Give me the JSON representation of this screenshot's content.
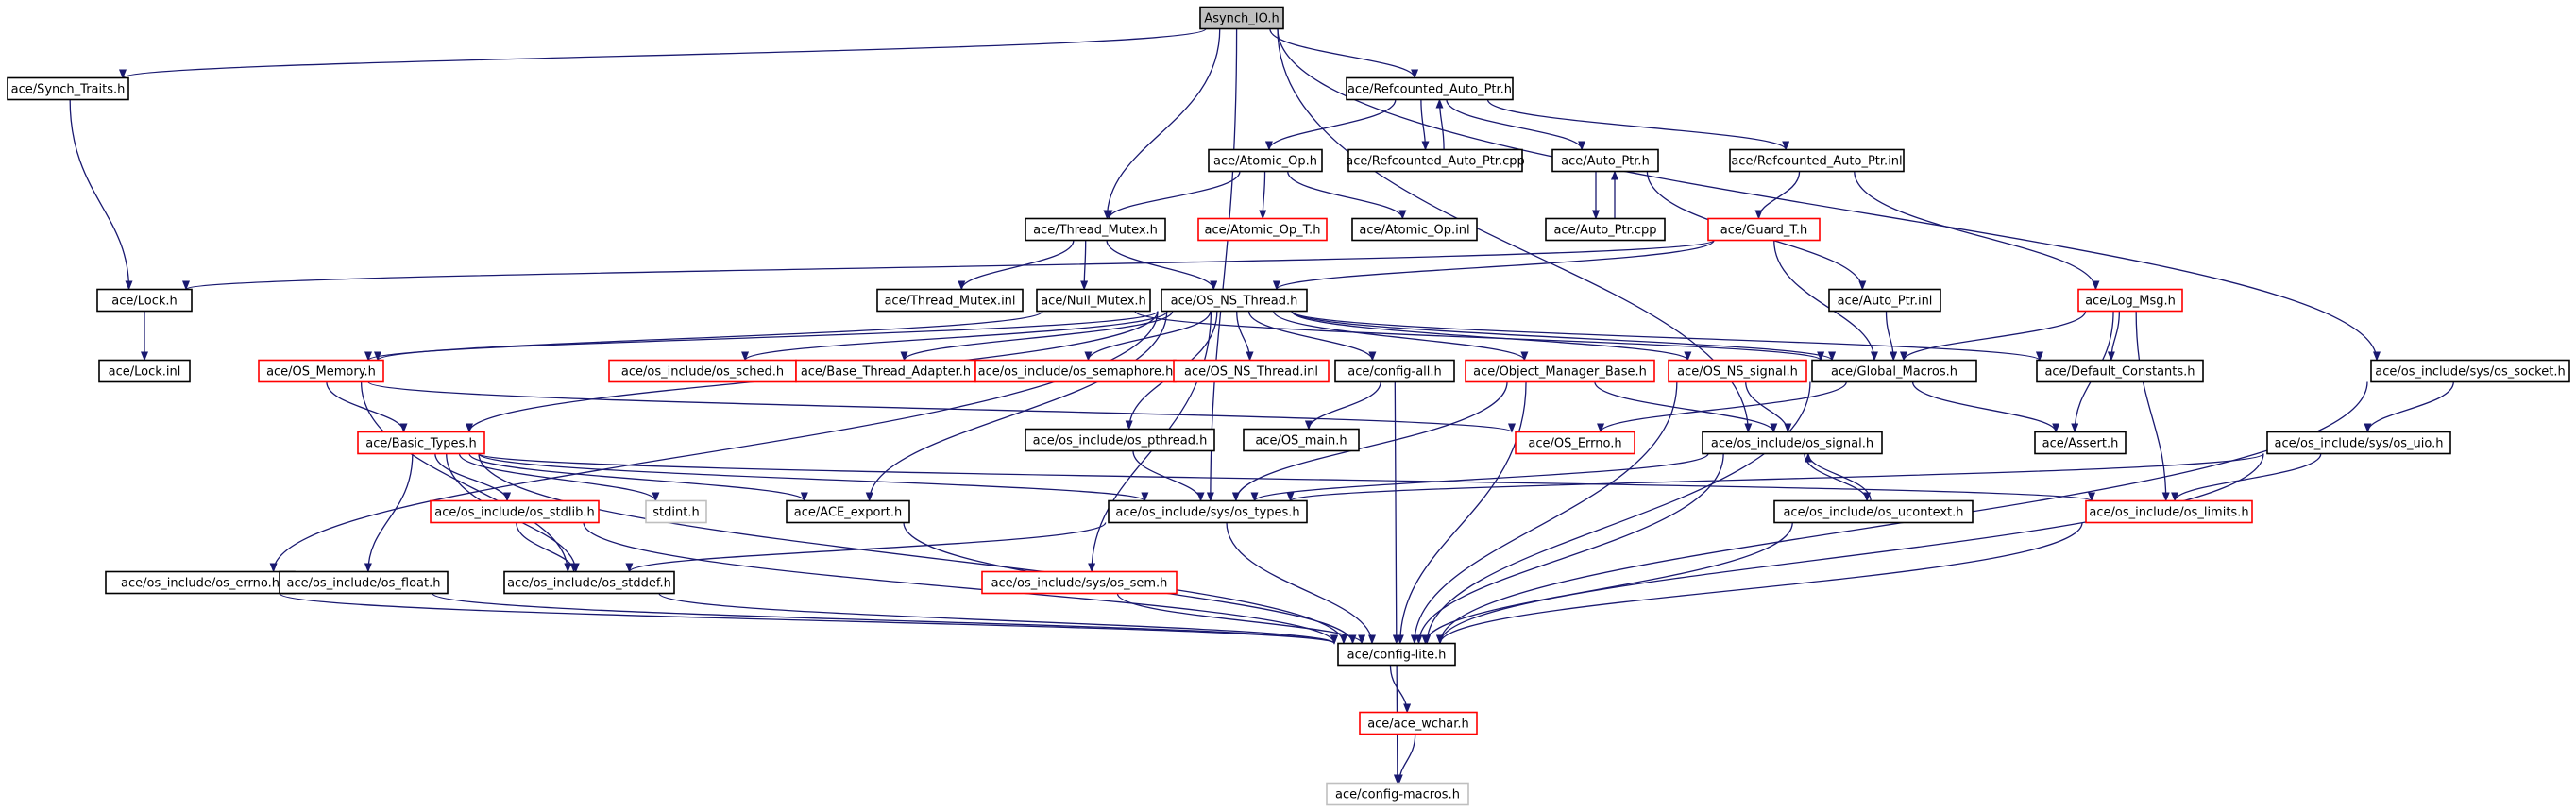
{
  "colors": {
    "edge": "#191970",
    "border_normal": "#000000",
    "border_undocumented": "#ff0000",
    "border_external": "#bfbfbf",
    "root_fill": "#bfbfbf",
    "node_fill": "#ffffff"
  },
  "nodes": [
    {
      "id": "asynch_io",
      "label": "Asynch_IO.h",
      "kind": "root"
    },
    {
      "id": "synch_traits",
      "label": "ace/Synch_Traits.h",
      "kind": "normal"
    },
    {
      "id": "refcounted_auto_ptr_h",
      "label": "ace/Refcounted_Auto_Ptr.h",
      "kind": "normal"
    },
    {
      "id": "atomic_op_h",
      "label": "ace/Atomic_Op.h",
      "kind": "normal"
    },
    {
      "id": "refcounted_auto_ptr_cpp",
      "label": "ace/Refcounted_Auto_Ptr.cpp",
      "kind": "normal"
    },
    {
      "id": "auto_ptr_h",
      "label": "ace/Auto_Ptr.h",
      "kind": "normal"
    },
    {
      "id": "refcounted_auto_ptr_inl",
      "label": "ace/Refcounted_Auto_Ptr.inl",
      "kind": "normal"
    },
    {
      "id": "thread_mutex_h",
      "label": "ace/Thread_Mutex.h",
      "kind": "normal"
    },
    {
      "id": "atomic_op_t_h",
      "label": "ace/Atomic_Op_T.h",
      "kind": "undocumented"
    },
    {
      "id": "atomic_op_inl",
      "label": "ace/Atomic_Op.inl",
      "kind": "normal"
    },
    {
      "id": "auto_ptr_cpp",
      "label": "ace/Auto_Ptr.cpp",
      "kind": "normal"
    },
    {
      "id": "guard_t_h",
      "label": "ace/Guard_T.h",
      "kind": "undocumented"
    },
    {
      "id": "lock_h",
      "label": "ace/Lock.h",
      "kind": "normal"
    },
    {
      "id": "thread_mutex_inl",
      "label": "ace/Thread_Mutex.inl",
      "kind": "normal"
    },
    {
      "id": "null_mutex_h",
      "label": "ace/Null_Mutex.h",
      "kind": "normal"
    },
    {
      "id": "os_ns_thread_h",
      "label": "ace/OS_NS_Thread.h",
      "kind": "normal"
    },
    {
      "id": "auto_ptr_inl",
      "label": "ace/Auto_Ptr.inl",
      "kind": "normal"
    },
    {
      "id": "log_msg_h",
      "label": "ace/Log_Msg.h",
      "kind": "undocumented"
    },
    {
      "id": "lock_inl",
      "label": "ace/Lock.inl",
      "kind": "normal"
    },
    {
      "id": "os_memory_h",
      "label": "ace/OS_Memory.h",
      "kind": "undocumented"
    },
    {
      "id": "os_sched_h",
      "label": "ace/os_include/os_sched.h",
      "kind": "undocumented"
    },
    {
      "id": "base_thread_adapter_h",
      "label": "ace/Base_Thread_Adapter.h",
      "kind": "undocumented"
    },
    {
      "id": "os_semaphore_h",
      "label": "ace/os_include/os_semaphore.h",
      "kind": "undocumented"
    },
    {
      "id": "os_ns_thread_inl",
      "label": "ace/OS_NS_Thread.inl",
      "kind": "undocumented"
    },
    {
      "id": "config_all_h",
      "label": "ace/config-all.h",
      "kind": "normal"
    },
    {
      "id": "object_manager_base_h",
      "label": "ace/Object_Manager_Base.h",
      "kind": "undocumented"
    },
    {
      "id": "os_ns_signal_h",
      "label": "ace/OS_NS_signal.h",
      "kind": "undocumented"
    },
    {
      "id": "global_macros_h",
      "label": "ace/Global_Macros.h",
      "kind": "normal"
    },
    {
      "id": "default_constants_h",
      "label": "ace/Default_Constants.h",
      "kind": "normal"
    },
    {
      "id": "os_socket_h",
      "label": "ace/os_include/sys/os_socket.h",
      "kind": "normal"
    },
    {
      "id": "basic_types_h",
      "label": "ace/Basic_Types.h",
      "kind": "undocumented"
    },
    {
      "id": "os_pthread_h",
      "label": "ace/os_include/os_pthread.h",
      "kind": "normal"
    },
    {
      "id": "os_main_h",
      "label": "ace/OS_main.h",
      "kind": "normal"
    },
    {
      "id": "os_errno_ace_h",
      "label": "ace/OS_Errno.h",
      "kind": "undocumented"
    },
    {
      "id": "os_signal_h",
      "label": "ace/os_include/os_signal.h",
      "kind": "normal"
    },
    {
      "id": "assert_h",
      "label": "ace/Assert.h",
      "kind": "normal"
    },
    {
      "id": "os_uio_h",
      "label": "ace/os_include/sys/os_uio.h",
      "kind": "normal"
    },
    {
      "id": "os_stdlib_h",
      "label": "ace/os_include/os_stdlib.h",
      "kind": "undocumented"
    },
    {
      "id": "stdint_h",
      "label": "stdint.h",
      "kind": "external"
    },
    {
      "id": "ace_export_h",
      "label": "ace/ACE_export.h",
      "kind": "normal"
    },
    {
      "id": "os_types_h",
      "label": "ace/os_include/sys/os_types.h",
      "kind": "normal"
    },
    {
      "id": "os_ucontext_h",
      "label": "ace/os_include/os_ucontext.h",
      "kind": "normal"
    },
    {
      "id": "os_limits_h",
      "label": "ace/os_include/os_limits.h",
      "kind": "undocumented"
    },
    {
      "id": "os_include_errno_h",
      "label": "ace/os_include/os_errno.h",
      "kind": "normal"
    },
    {
      "id": "os_float_h",
      "label": "ace/os_include/os_float.h",
      "kind": "normal"
    },
    {
      "id": "os_stddef_h",
      "label": "ace/os_include/os_stddef.h",
      "kind": "normal"
    },
    {
      "id": "os_sem_h",
      "label": "ace/os_include/sys/os_sem.h",
      "kind": "undocumented"
    },
    {
      "id": "config_lite_h",
      "label": "ace/config-lite.h",
      "kind": "normal"
    },
    {
      "id": "ace_wchar_h",
      "label": "ace/ace_wchar.h",
      "kind": "undocumented"
    },
    {
      "id": "config_macros_h",
      "label": "ace/config-macros.h",
      "kind": "external"
    }
  ],
  "edges": [
    [
      "asynch_io",
      "synch_traits"
    ],
    [
      "asynch_io",
      "refcounted_auto_ptr_h"
    ],
    [
      "asynch_io",
      "thread_mutex_h"
    ],
    [
      "asynch_io",
      "os_types_h"
    ],
    [
      "asynch_io",
      "os_signal_h"
    ],
    [
      "asynch_io",
      "os_socket_h"
    ],
    [
      "synch_traits",
      "lock_h"
    ],
    [
      "refcounted_auto_ptr_h",
      "atomic_op_h"
    ],
    [
      "refcounted_auto_ptr_h",
      "refcounted_auto_ptr_cpp"
    ],
    [
      "refcounted_auto_ptr_h",
      "auto_ptr_h"
    ],
    [
      "refcounted_auto_ptr_h",
      "refcounted_auto_ptr_inl"
    ],
    [
      "refcounted_auto_ptr_cpp",
      "refcounted_auto_ptr_h"
    ],
    [
      "atomic_op_h",
      "thread_mutex_h"
    ],
    [
      "atomic_op_h",
      "atomic_op_t_h"
    ],
    [
      "atomic_op_h",
      "atomic_op_inl"
    ],
    [
      "auto_ptr_h",
      "auto_ptr_cpp"
    ],
    [
      "auto_ptr_cpp",
      "auto_ptr_h"
    ],
    [
      "auto_ptr_h",
      "auto_ptr_inl"
    ],
    [
      "refcounted_auto_ptr_inl",
      "guard_t_h"
    ],
    [
      "refcounted_auto_ptr_inl",
      "log_msg_h"
    ],
    [
      "thread_mutex_h",
      "thread_mutex_inl"
    ],
    [
      "thread_mutex_h",
      "null_mutex_h"
    ],
    [
      "thread_mutex_h",
      "os_ns_thread_h"
    ],
    [
      "guard_t_h",
      "lock_h"
    ],
    [
      "guard_t_h",
      "os_ns_thread_h"
    ],
    [
      "guard_t_h",
      "global_macros_h"
    ],
    [
      "lock_h",
      "lock_inl"
    ],
    [
      "null_mutex_h",
      "os_memory_h"
    ],
    [
      "null_mutex_h",
      "global_macros_h"
    ],
    [
      "os_ns_thread_h",
      "os_memory_h"
    ],
    [
      "os_ns_thread_h",
      "os_sched_h"
    ],
    [
      "os_ns_thread_h",
      "base_thread_adapter_h"
    ],
    [
      "os_ns_thread_h",
      "os_semaphore_h"
    ],
    [
      "os_ns_thread_h",
      "os_ns_thread_inl"
    ],
    [
      "os_ns_thread_h",
      "config_all_h"
    ],
    [
      "os_ns_thread_h",
      "object_manager_base_h"
    ],
    [
      "os_ns_thread_h",
      "os_ns_signal_h"
    ],
    [
      "os_ns_thread_h",
      "global_macros_h"
    ],
    [
      "os_ns_thread_h",
      "default_constants_h"
    ],
    [
      "os_ns_thread_h",
      "basic_types_h"
    ],
    [
      "os_ns_thread_h",
      "os_pthread_h"
    ],
    [
      "os_ns_thread_h",
      "ace_export_h"
    ],
    [
      "os_ns_thread_h",
      "os_sem_h"
    ],
    [
      "os_ns_thread_h",
      "os_include_errno_h"
    ],
    [
      "auto_ptr_inl",
      "global_macros_h"
    ],
    [
      "log_msg_h",
      "global_macros_h"
    ],
    [
      "log_msg_h",
      "default_constants_h"
    ],
    [
      "log_msg_h",
      "assert_h"
    ],
    [
      "log_msg_h",
      "os_limits_h"
    ],
    [
      "os_memory_h",
      "basic_types_h"
    ],
    [
      "os_memory_h",
      "os_errno_ace_h"
    ],
    [
      "os_memory_h",
      "os_stddef_h"
    ],
    [
      "config_all_h",
      "os_main_h"
    ],
    [
      "config_all_h",
      "config_lite_h"
    ],
    [
      "object_manager_base_h",
      "os_signal_h"
    ],
    [
      "object_manager_base_h",
      "os_types_h"
    ],
    [
      "object_manager_base_h",
      "config_lite_h"
    ],
    [
      "os_ns_signal_h",
      "os_signal_h"
    ],
    [
      "os_ns_signal_h",
      "config_lite_h"
    ],
    [
      "global_macros_h",
      "os_errno_ace_h"
    ],
    [
      "global_macros_h",
      "assert_h"
    ],
    [
      "global_macros_h",
      "config_lite_h"
    ],
    [
      "os_socket_h",
      "os_uio_h"
    ],
    [
      "os_socket_h",
      "config_lite_h"
    ],
    [
      "basic_types_h",
      "os_stdlib_h"
    ],
    [
      "basic_types_h",
      "stdint_h"
    ],
    [
      "basic_types_h",
      "ace_export_h"
    ],
    [
      "basic_types_h",
      "os_types_h"
    ],
    [
      "basic_types_h",
      "os_limits_h"
    ],
    [
      "basic_types_h",
      "os_float_h"
    ],
    [
      "basic_types_h",
      "os_stddef_h"
    ],
    [
      "basic_types_h",
      "config_lite_h"
    ],
    [
      "os_pthread_h",
      "os_types_h"
    ],
    [
      "os_signal_h",
      "os_types_h"
    ],
    [
      "os_signal_h",
      "os_ucontext_h"
    ],
    [
      "os_ucontext_h",
      "os_signal_h"
    ],
    [
      "os_signal_h",
      "config_lite_h"
    ],
    [
      "os_uio_h",
      "os_types_h"
    ],
    [
      "os_uio_h",
      "os_limits_h"
    ],
    [
      "os_uio_h",
      "config_lite_h"
    ],
    [
      "os_stdlib_h",
      "os_stddef_h"
    ],
    [
      "os_stdlib_h",
      "config_lite_h"
    ],
    [
      "ace_export_h",
      "config_lite_h"
    ],
    [
      "os_types_h",
      "os_stddef_h"
    ],
    [
      "os_types_h",
      "config_lite_h"
    ],
    [
      "os_ucontext_h",
      "config_lite_h"
    ],
    [
      "os_limits_h",
      "config_lite_h"
    ],
    [
      "os_include_errno_h",
      "config_lite_h"
    ],
    [
      "os_float_h",
      "config_lite_h"
    ],
    [
      "os_stddef_h",
      "config_lite_h"
    ],
    [
      "os_sem_h",
      "config_lite_h"
    ],
    [
      "config_lite_h",
      "ace_wchar_h"
    ],
    [
      "config_lite_h",
      "config_macros_h"
    ],
    [
      "ace_wchar_h",
      "config_macros_h"
    ]
  ]
}
